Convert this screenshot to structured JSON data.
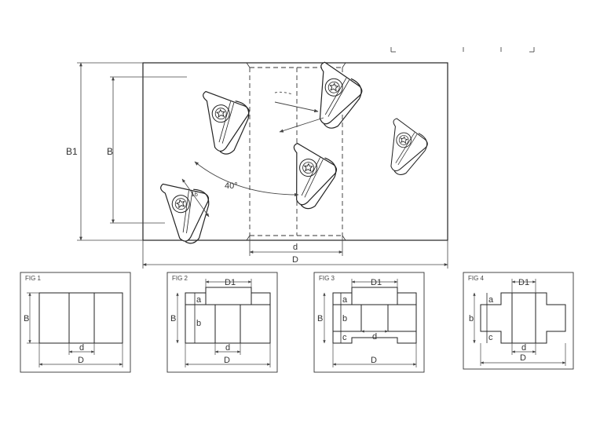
{
  "main_drawing": {
    "dim_b1": "B1",
    "dim_b": "B",
    "dim_d_small": "d",
    "dim_d_large": "D",
    "angle_label": "40°",
    "dim_16": "16"
  },
  "figures": [
    {
      "title": "FIG 1",
      "b": "B",
      "d": "d",
      "D": "D"
    },
    {
      "title": "FIG 2",
      "b_outer": "B",
      "a": "a",
      "b": "b",
      "d": "d",
      "D": "D",
      "D1": "D1"
    },
    {
      "title": "FIG 3",
      "b_outer": "B",
      "a": "a",
      "b": "b",
      "c": "c",
      "d": "d",
      "D": "D",
      "D1": "D1"
    },
    {
      "title": "FIG 4",
      "a": "a",
      "b": "b",
      "c": "c",
      "d": "d",
      "D": "D",
      "D1": "D1"
    }
  ],
  "colors": {
    "line": "#222222",
    "dim": "#555555",
    "background": "#ffffff"
  }
}
